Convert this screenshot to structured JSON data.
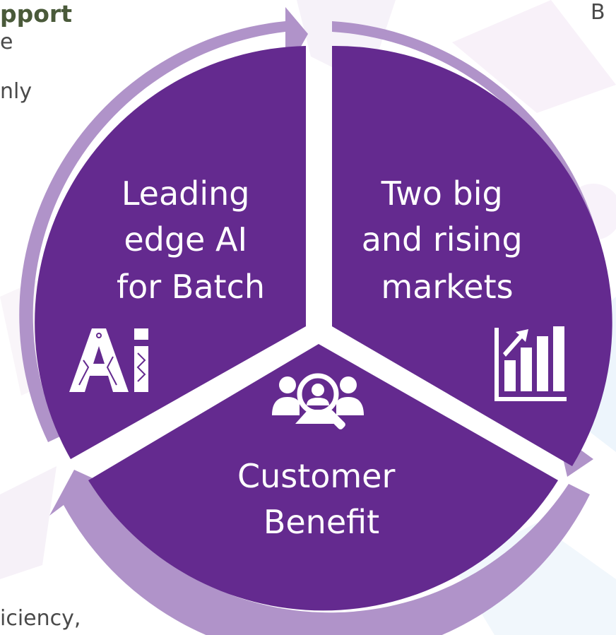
{
  "page_fragments": {
    "top_left_bold": "pport",
    "top_left_line2": "e",
    "top_left_line3": "nly",
    "top_right": "B",
    "bottom_left": "iciency,"
  },
  "colors": {
    "segment_fill": "#642a8f",
    "ring_arrow": "#b093c9",
    "text": "#ffffff",
    "fragment_bold": "#4a5a3a",
    "fragment_text": "#4a4a4a"
  },
  "segments": [
    {
      "id": "ai",
      "lines": [
        "Leading",
        "edge AI",
        "for Batch"
      ],
      "icon": "ai-circuit-icon"
    },
    {
      "id": "markets",
      "lines": [
        "Two big",
        "and rising",
        "markets"
      ],
      "icon": "growth-chart-icon"
    },
    {
      "id": "customer",
      "lines": [
        "Customer",
        "Benefit"
      ],
      "icon": "customer-search-icon"
    }
  ]
}
